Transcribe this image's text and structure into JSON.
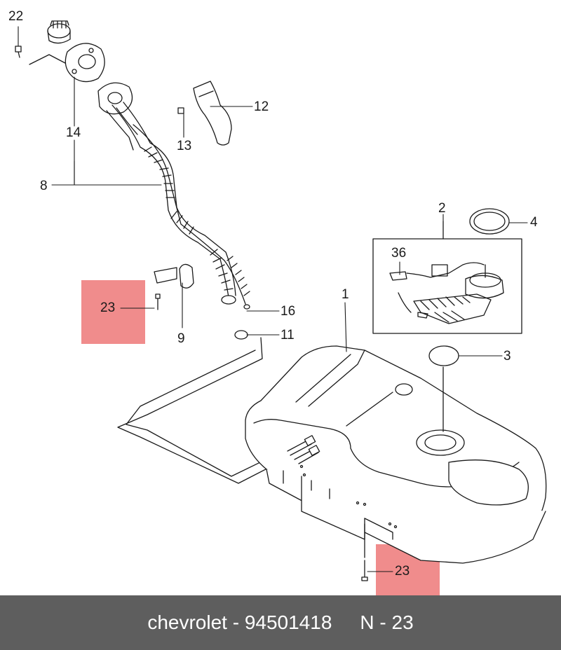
{
  "callouts": {
    "c22": "22",
    "c14": "14",
    "c8": "8",
    "c12": "12",
    "c13": "13",
    "c2": "2",
    "c4": "4",
    "c36": "36",
    "c1": "1",
    "c16": "16",
    "c11": "11",
    "c9": "9",
    "c23a": "23",
    "c3": "3",
    "c23b": "23"
  },
  "footer": {
    "brand_part": "chevrolet - 94501418",
    "ref": "N - 23"
  },
  "colors": {
    "highlight": "#f08c8c",
    "footer_bg": "#5e5e5e",
    "line": "#1a1a1a"
  }
}
